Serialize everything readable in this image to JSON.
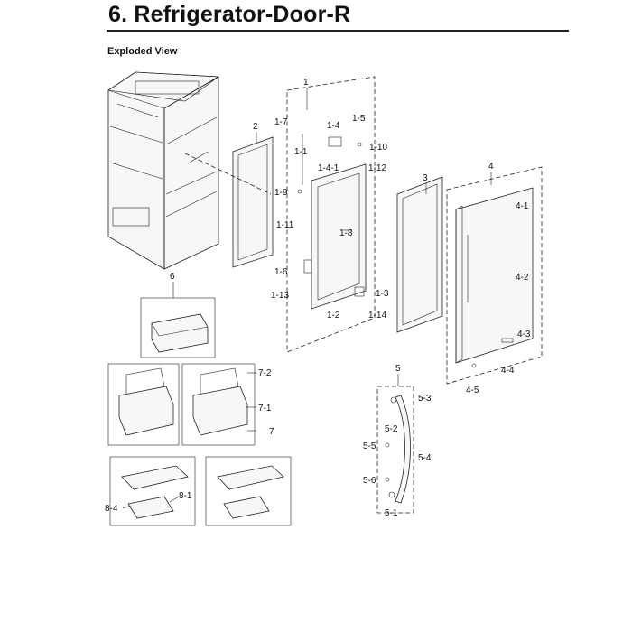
{
  "header": {
    "title": "6.  Refrigerator-Door-R",
    "subtitle": "Exploded View"
  },
  "callouts": {
    "c1": "1",
    "c1_7": "1-7",
    "c1_4": "1-4",
    "c1_5": "1-5",
    "c1_1": "1-1",
    "c1_10": "1-10",
    "c1_4_1": "1-4-1",
    "c1_12": "1-12",
    "c1_9": "1-9",
    "c1_11": "1-11",
    "c1_8": "1-8",
    "c1_6": "1-6",
    "c1_13": "1-13",
    "c1_3": "1-3",
    "c1_2": "1-2",
    "c1_14": "1-14",
    "c2": "2",
    "c3": "3",
    "c4": "4",
    "c4_1": "4-1",
    "c4_2": "4-2",
    "c4_3": "4-3",
    "c4_4": "4-4",
    "c4_5": "4-5",
    "c5": "5",
    "c5_3": "5-3",
    "c5_2": "5-2",
    "c5_5": "5-5",
    "c5_4": "5-4",
    "c5_6": "5-6",
    "c5_1": "5-1",
    "c6": "6",
    "c7": "7",
    "c7_1": "7-1",
    "c7_2": "7-2",
    "c8_1": "8-1",
    "c8_4": "8-4"
  }
}
